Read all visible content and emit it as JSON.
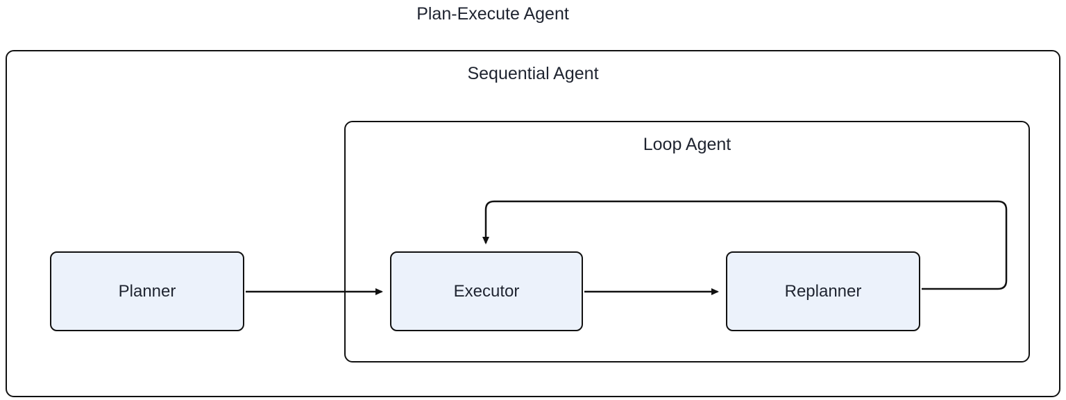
{
  "diagram": {
    "title": "Plan-Execute Agent",
    "containers": {
      "sequential": {
        "label": "Sequential Agent"
      },
      "loop": {
        "label": "Loop Agent"
      }
    },
    "nodes": {
      "planner": {
        "label": "Planner"
      },
      "executor": {
        "label": "Executor"
      },
      "replanner": {
        "label": "Replanner"
      }
    },
    "edges": [
      {
        "from": "planner",
        "to": "executor",
        "type": "straight"
      },
      {
        "from": "executor",
        "to": "replanner",
        "type": "straight"
      },
      {
        "from": "replanner",
        "to": "executor",
        "type": "loop-back"
      }
    ],
    "colors": {
      "node_fill": "#ECF2FB",
      "node_border": "#111111",
      "container_border": "#111111",
      "arrow": "#111111",
      "text": "#1f2430",
      "background": "#ffffff"
    }
  }
}
